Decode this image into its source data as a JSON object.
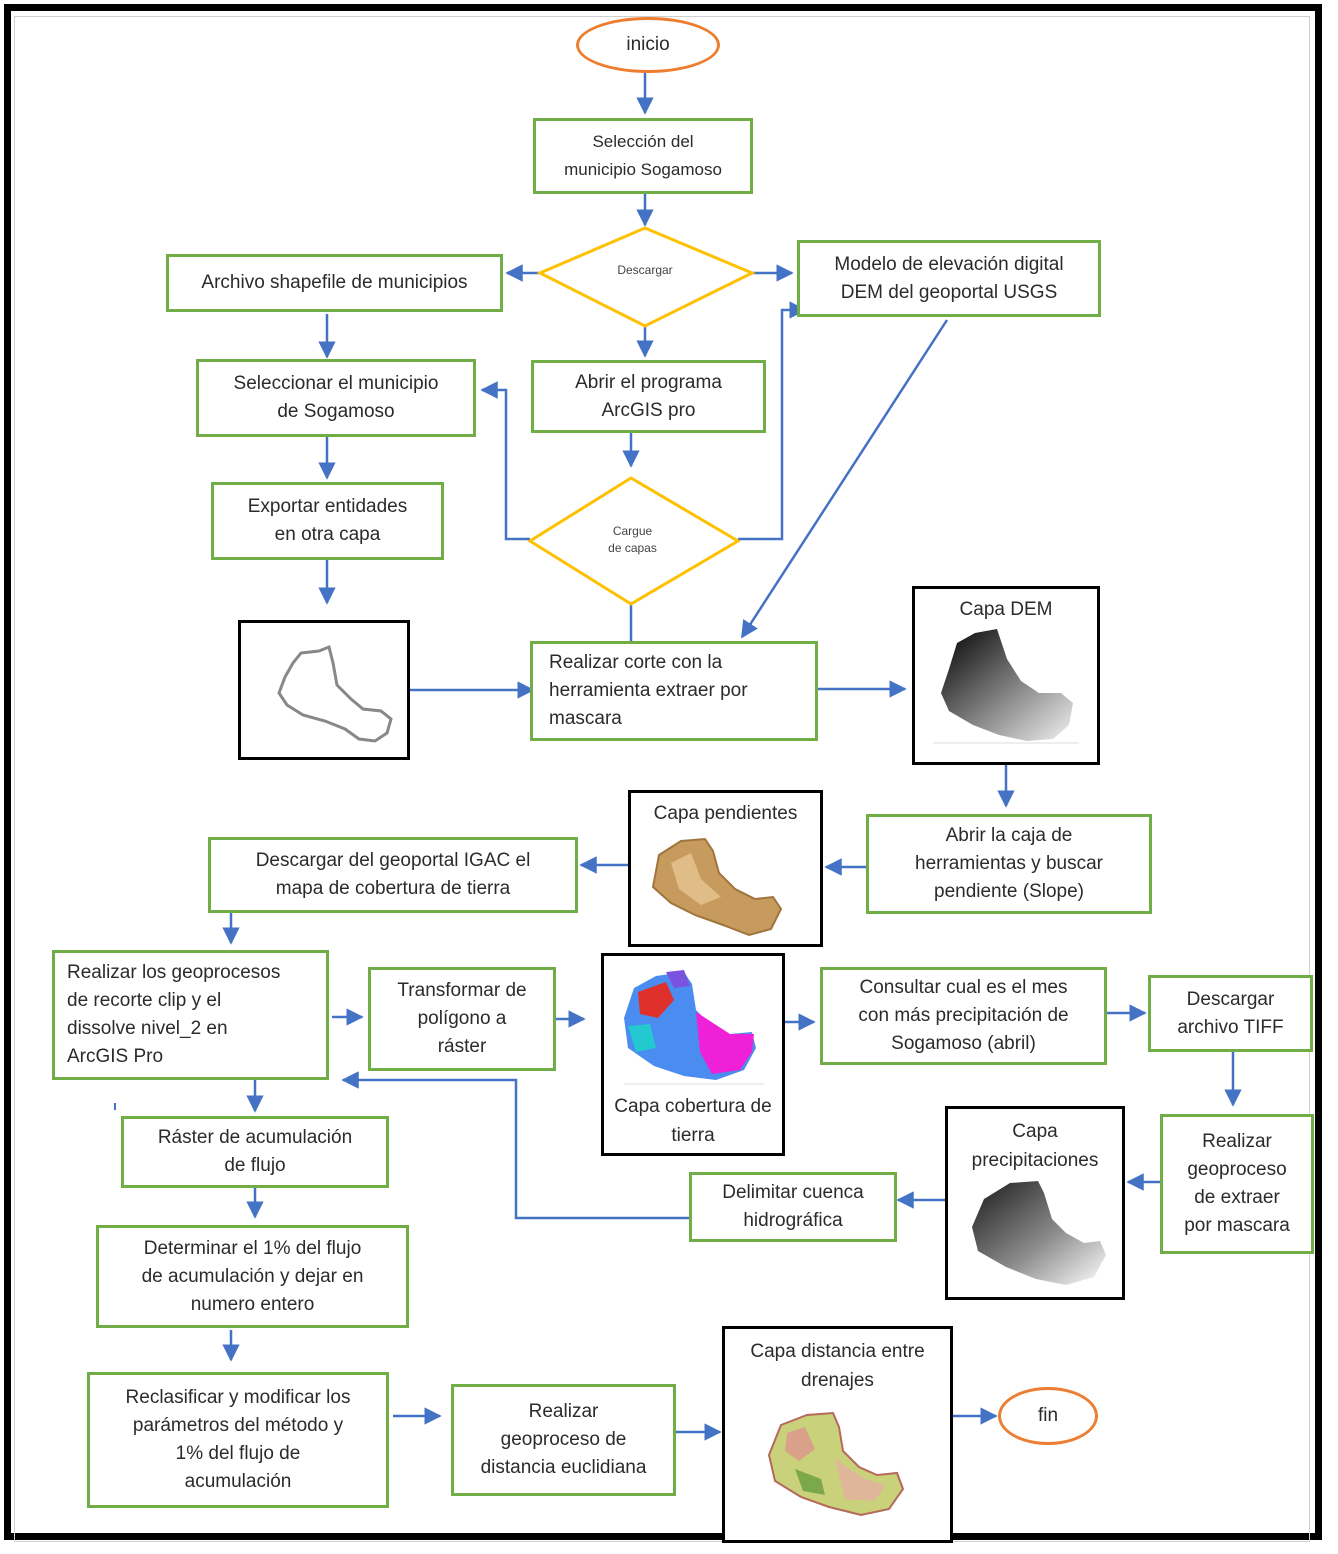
{
  "start": "inicio",
  "end": "fin",
  "decisions": {
    "download": "Descargar",
    "load_layers": [
      "Cargue",
      "de capas"
    ]
  },
  "steps": {
    "select_sogamoso": [
      "Selección del",
      "municipio Sogamoso"
    ],
    "shapefile": [
      "Archivo shapefile de municipios"
    ],
    "dem_usgs": [
      "Modelo de elevación digital",
      "DEM del geoportal USGS"
    ],
    "select_municipio": [
      "Seleccionar el municipio",
      "de Sogamoso"
    ],
    "open_arcgis": [
      "Abrir el programa",
      "ArcGIS pro"
    ],
    "export_entities": [
      "Exportar entidades",
      "en otra capa"
    ],
    "cut_mask": [
      "Realizar corte con la",
      "herramienta extraer por",
      "mascara"
    ],
    "open_toolbox": [
      "Abrir la caja de",
      "herramientas y buscar",
      "pendiente (Slope)"
    ],
    "download_igac": [
      "Descargar del geoportal IGAC el",
      "mapa de cobertura de tierra"
    ],
    "geoprocess_clip": [
      "Realizar los geoprocesos",
      "de recorte clip y el",
      "dissolve nivel_2 en",
      "ArcGIS Pro"
    ],
    "polygon_raster": [
      "Transformar de",
      "polígono a",
      "ráster"
    ],
    "consult_month": [
      "Consultar cual es el mes",
      "con más precipitación de",
      "Sogamoso (abril)"
    ],
    "download_tiff": [
      "Descargar",
      "archivo TIFF"
    ],
    "flow_accum": [
      "Ráster de acumulación",
      "de flujo"
    ],
    "extract_mask": [
      "Realizar",
      "geoproceso",
      "de extraer",
      "por mascara"
    ],
    "delimit_basin": [
      "Delimitar cuenca",
      "hidrográfica"
    ],
    "determine_pct": [
      "Determinar el 1% del flujo",
      "de acumulación y dejar en",
      "numero entero"
    ],
    "reclassify": [
      "Reclasificar y modificar los",
      "parámetros del método y",
      "1% del flujo de",
      "acumulación"
    ],
    "euclidean": [
      "Realizar",
      "geoproceso de",
      "distancia euclidiana"
    ]
  },
  "layers": {
    "dem": "Capa DEM",
    "slopes": "Capa pendientes",
    "cover": [
      "Capa cobertura",
      "de tierra"
    ],
    "precip": [
      "Capa",
      "precipitaciones"
    ],
    "distance": [
      "Capa distancia entre",
      "drenajes"
    ]
  },
  "colors": {
    "process_border": "#70ad47",
    "decision_border": "#ffc000",
    "terminal_border": "#ed7d31",
    "arrow": "#4472c4",
    "image_frame": "#000000"
  }
}
